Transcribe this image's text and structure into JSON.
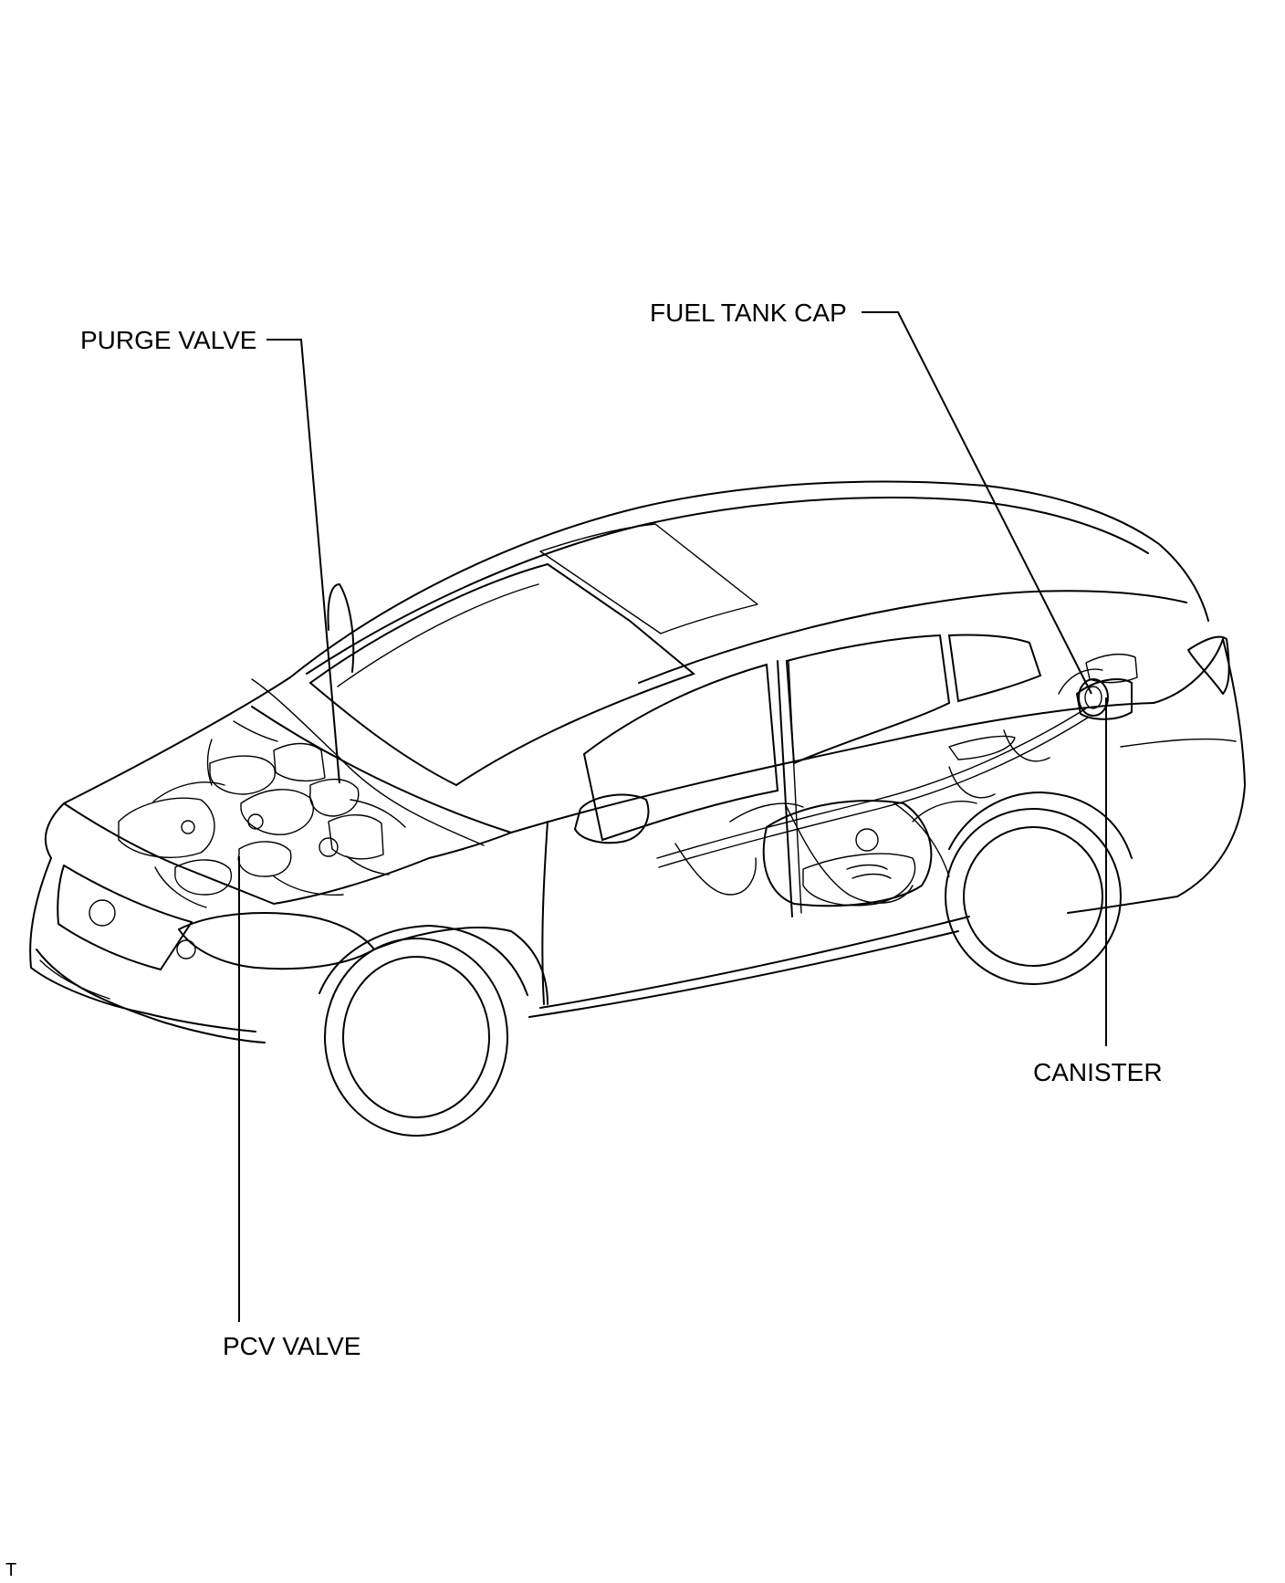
{
  "labels": {
    "purge_valve": "PURGE VALVE",
    "fuel_tank_cap": "FUEL TANK CAP",
    "canister": "CANISTER",
    "pcv_valve": "PCV VALVE",
    "corner_mark": "T"
  },
  "colors": {
    "line": "#000000",
    "background": "#ffffff"
  }
}
